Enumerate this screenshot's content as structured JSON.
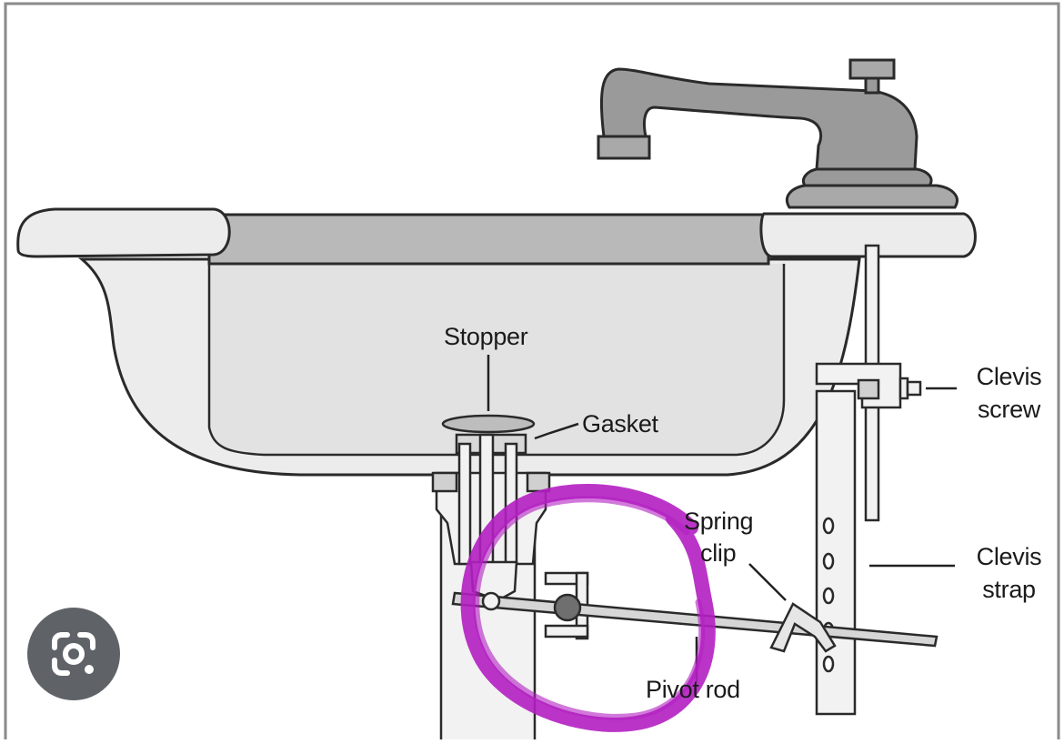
{
  "labels": {
    "stopper": "Stopper",
    "gasket": "Gasket",
    "clevis_screw_1": "Clevis",
    "clevis_screw_2": "screw",
    "spring_clip_1": "Spring",
    "spring_clip_2": "clip",
    "clevis_strap_1": "Clevis",
    "clevis_strap_2": "strap",
    "pivot_rod": "Pivot rod"
  },
  "overlay": {
    "lens_button_icon": "google-lens-icon",
    "annotation_color": "#b21fc1"
  },
  "colors": {
    "line": "#2a2a2a",
    "sink_fill": "#ececec",
    "faucet": "#9a9a9a",
    "tray": "#b9b9b9"
  }
}
